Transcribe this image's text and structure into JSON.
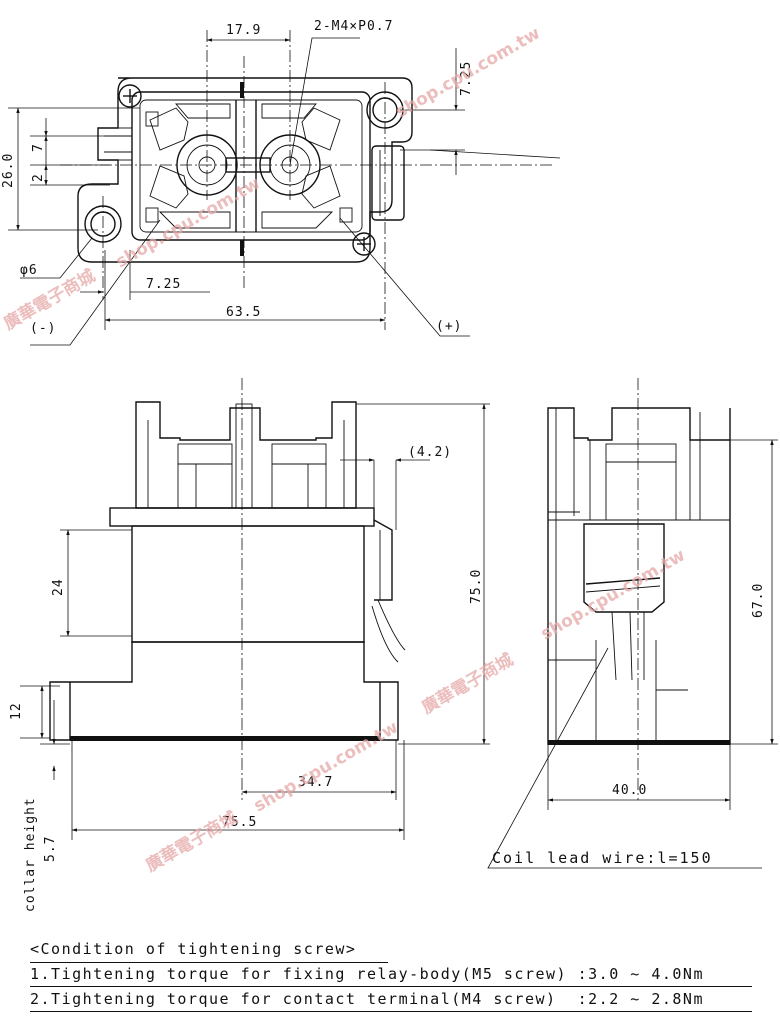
{
  "top_view": {
    "dim_width_center": "17.9",
    "screw_note": "2-M4×P0.7",
    "dim_offset_top": "7.25",
    "dim_height": "26.0",
    "dim_upper": "7",
    "dim_lower": "2",
    "hole_diameter": "φ6",
    "dim_offset_left": "7.25",
    "dim_overall_width": "63.5",
    "terminal_negative": "(-)",
    "terminal_positive": "(+)"
  },
  "front_view": {
    "dim_tab": "(4.2)",
    "dim_24": "24",
    "dim_height": "75.0",
    "dim_12": "12",
    "dim_34_7": "34.7",
    "dim_width": "75.5",
    "collar_label_1": "collar height",
    "collar_value": "5.7"
  },
  "side_view": {
    "dim_height": "67.0",
    "dim_width": "40.0",
    "coil_note": "Coil lead wire:l=150"
  },
  "conditions": {
    "title": "<Condition of tightening screw>",
    "item1": "1.Tightening torque for fixing relay-body(M5 screw) :3.0 ~ 4.0Nm",
    "item2": "2.Tightening torque for contact terminal(M4 screw)  :2.2 ~ 2.8Nm"
  },
  "watermark": {
    "text_cn": "廣華電子商城",
    "text_url": "shop.cpu.com.tw"
  }
}
